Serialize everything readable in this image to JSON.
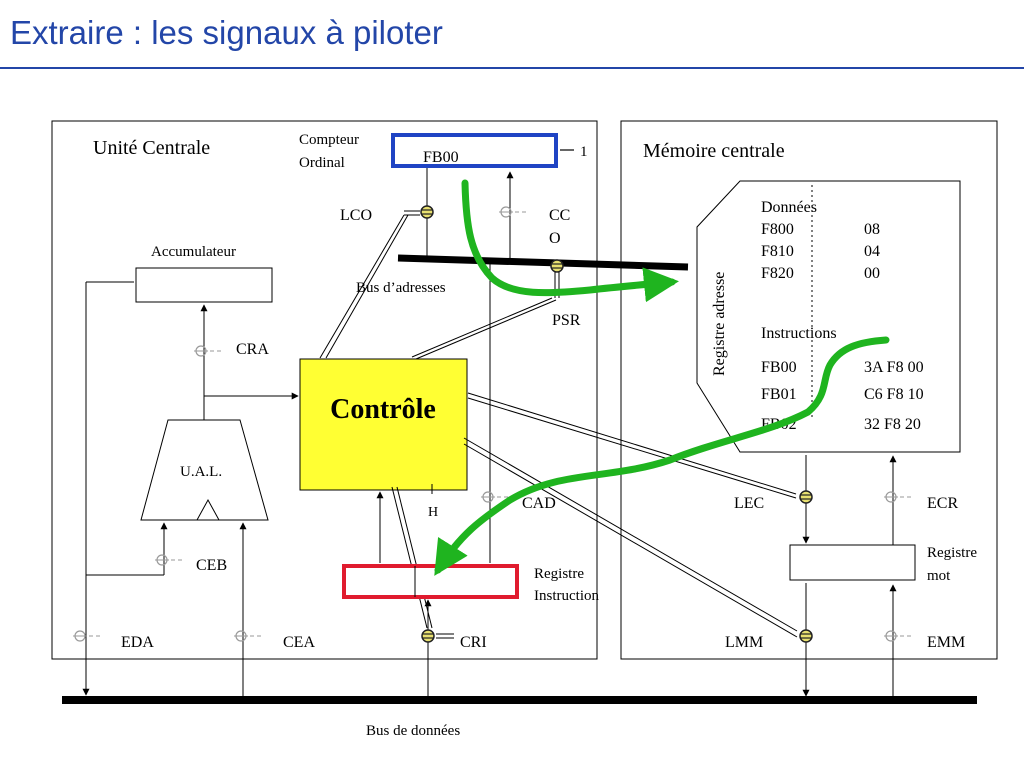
{
  "slide": {
    "title": "Extraire : les signaux à piloter"
  },
  "cpu": {
    "title": "Unité Centrale",
    "pc_label_1": "Compteur",
    "pc_label_2": "Ordinal",
    "pc_value": "FB00",
    "pc_increment": "1",
    "accumulator": "Accumulateur",
    "alu": "U.A.L.",
    "control": "Contrôle",
    "instruction_register_1": "Registre",
    "instruction_register_2": "Instruction",
    "address_bus": "Bus d’adresses"
  },
  "memory": {
    "title": "Mémoire centrale",
    "address_register": "Registre adresse",
    "word_register_1": "Registre",
    "word_register_2": "mot",
    "data_heading": "Données",
    "data_rows": [
      {
        "address": "F800",
        "value": "08"
      },
      {
        "address": "F810",
        "value": "04"
      },
      {
        "address": "F820",
        "value": "00"
      }
    ],
    "instructions_heading": "Instructions",
    "instruction_rows": [
      {
        "address": "FB00",
        "value": "3A F8 00"
      },
      {
        "address": "FB01",
        "value": "C6 F8 10"
      },
      {
        "address": "FB02",
        "value": "32 F8 20"
      }
    ]
  },
  "signals": {
    "lco": "LCO",
    "cco_1": "CC",
    "cco_2": "O",
    "psr": "PSR",
    "cra": "CRA",
    "ceb": "CEB",
    "eda": "EDA",
    "cea": "CEA",
    "cri": "CRI",
    "cad": "CAD",
    "h": "H",
    "lec": "LEC",
    "ecr": "ECR",
    "lmm": "LMM",
    "emm": "EMM"
  },
  "bus": {
    "data_bus": "Bus de données"
  },
  "colors": {
    "title": "#2346a8",
    "control_fill": "#ffff33",
    "program_counter_border": "#1f44c4",
    "instruction_register_border": "#e01b2e",
    "flow_arrow": "#1fb41f",
    "gate": "#8a8a8a"
  }
}
